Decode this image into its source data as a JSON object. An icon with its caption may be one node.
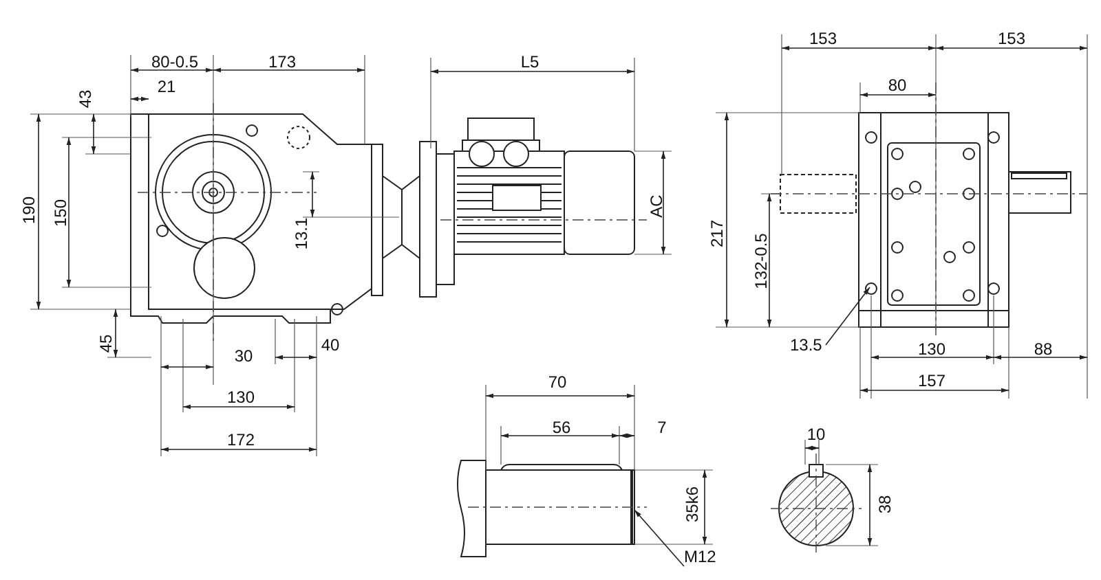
{
  "diagram": {
    "nodes": [
      {
        "text": [
          "13.5"
        ]
      },
      {
        "text": [
          "M12"
        ]
      }
    ],
    "edges": [
      {
        "from": 0,
        "to": null,
        "arrow": "to"
      },
      {
        "from": 1,
        "to": null,
        "arrow": "to"
      }
    ],
    "labels": [
      "80-0.5",
      "173",
      "L5",
      "153",
      "153",
      "43",
      "21",
      "80",
      "190",
      "150",
      "217",
      "AC",
      "13.1",
      "132-0.5",
      "45",
      "40",
      "30",
      "130",
      "88",
      "130",
      "70",
      "157",
      "56",
      "7",
      "10",
      "35k6",
      "38",
      "172"
    ]
  }
}
